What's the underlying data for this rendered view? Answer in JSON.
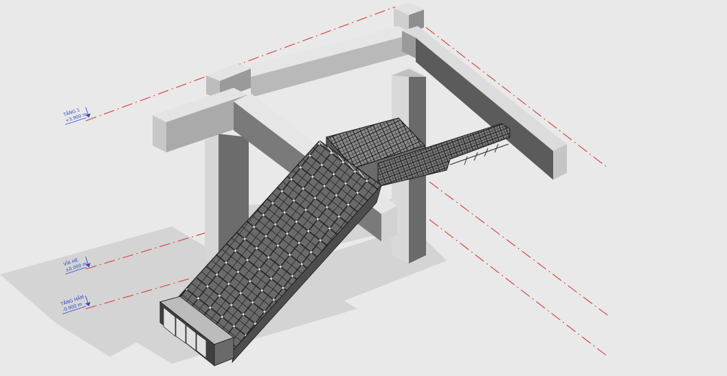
{
  "levels": [
    {
      "name": "TẦNG 1",
      "elevation": "+3.900 m"
    },
    {
      "name": "VỈA HÈ",
      "elevation": "±0.000 m"
    },
    {
      "name": "TẦNG HẦM",
      "elevation": "-0.900 m"
    }
  ],
  "colors": {
    "background": "#e9e9e9",
    "level_line": "#d8463c",
    "level_label": "#2a49c8",
    "concrete_light": "#e0e0e0",
    "concrete_mid": "#b5b5b5",
    "concrete_dark": "#5c5c5c",
    "rebar": "#2b2b2b",
    "shadow": "#cfcfcf"
  },
  "icons": [
    "level-head-icon"
  ]
}
